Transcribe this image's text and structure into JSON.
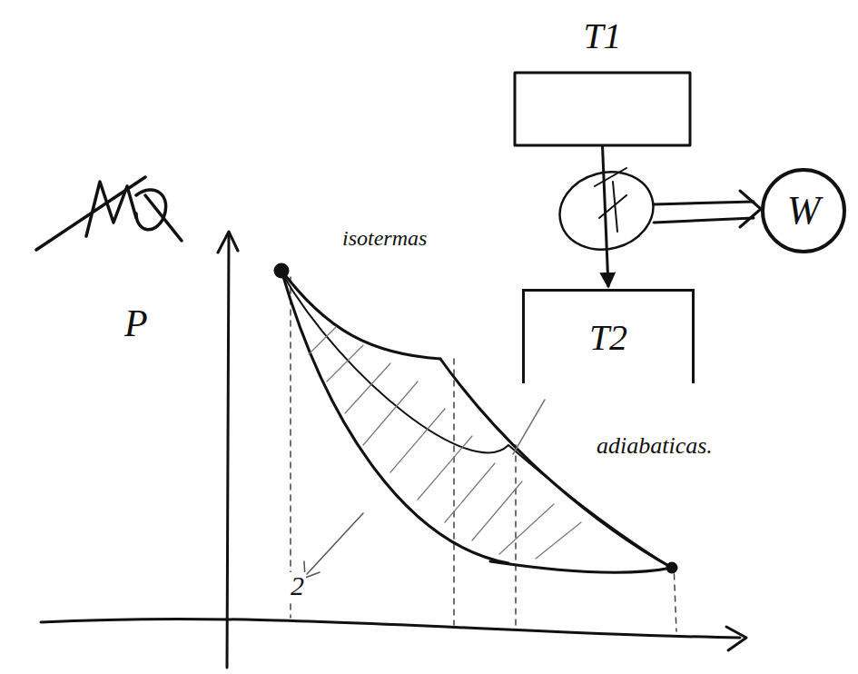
{
  "diagram": {
    "nodes": [
      {
        "text": [
          "T1"
        ]
      },
      {
        "text": [
          "T2"
        ]
      },
      {
        "text": [
          "W"
        ]
      }
    ],
    "edges": [
      {
        "from": 0,
        "to": 1,
        "arrow": "to"
      }
    ],
    "labels": [
      "P",
      "isotermas",
      "adiabaticas.",
      "2"
    ]
  }
}
